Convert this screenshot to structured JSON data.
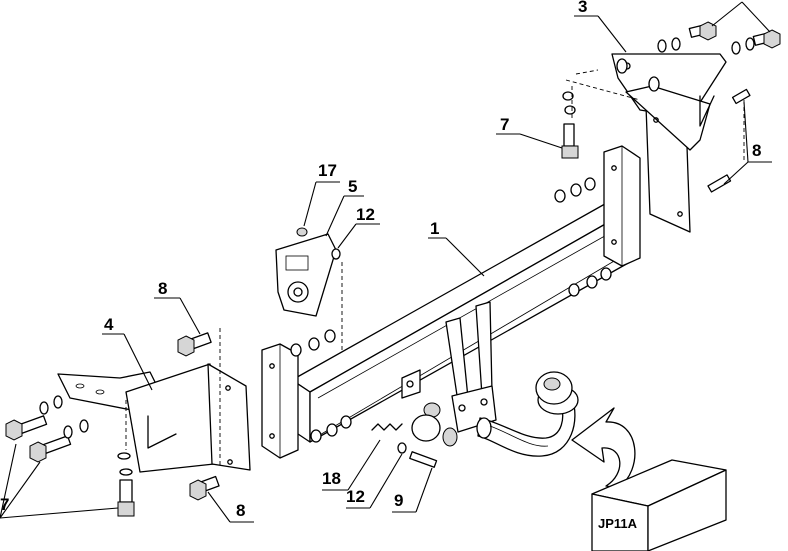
{
  "callouts": {
    "c1": "1",
    "c3": "3",
    "c4": "4",
    "c5": "5",
    "c7_top": "7",
    "c7_left": "7",
    "c8_top_right": "8",
    "c8_top_left": "8",
    "c8_bottom": "8",
    "c9": "9",
    "c12_top": "12",
    "c12_bottom": "12",
    "c17": "17",
    "c18": "18"
  },
  "box_label": "JP11A",
  "icons": {
    "arrow": "curved-arrow-icon",
    "box": "package-box-icon"
  }
}
